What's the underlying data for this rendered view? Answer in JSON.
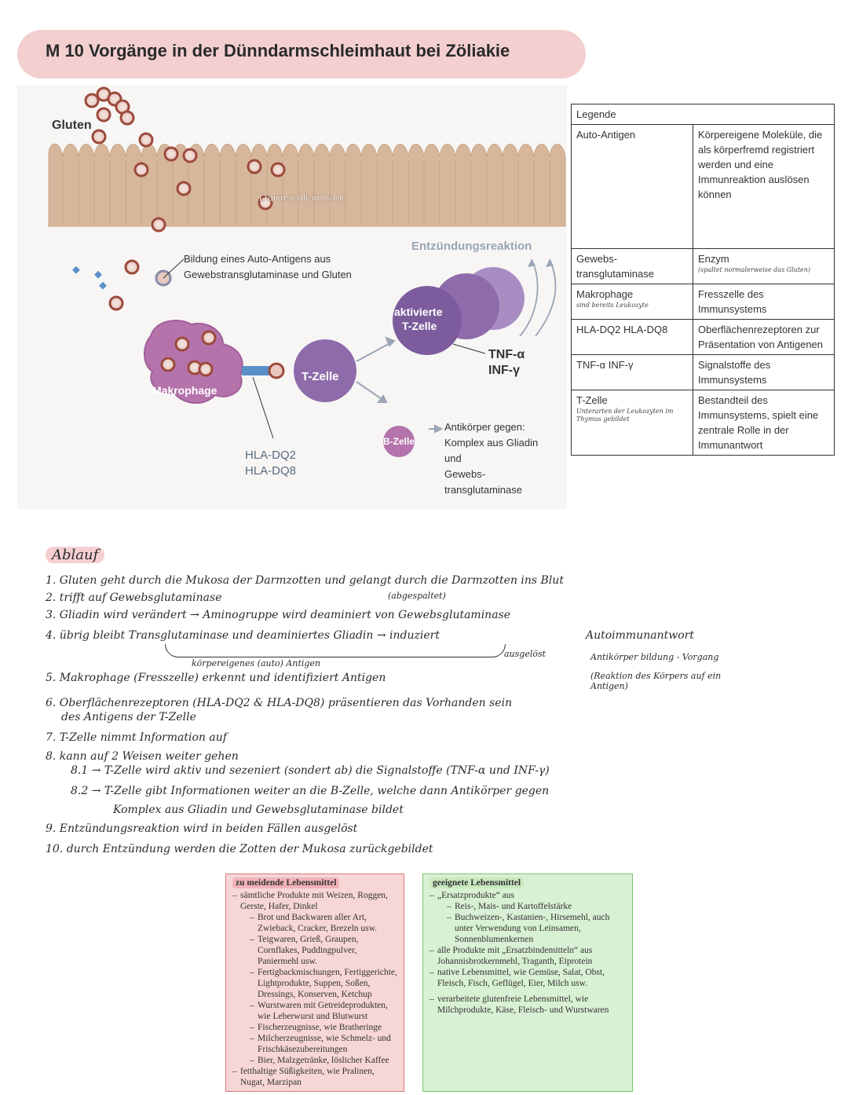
{
  "title": "M 10  Vorgänge in der Dünndarmschleimhaut bei Zöliakie",
  "diagram": {
    "gluten": "Gluten",
    "mucosa": "Darmschleimhaut",
    "inflammation": "Entzündungsreaktion",
    "auto_antigen_1": "Bildung eines Auto-Antigens aus",
    "auto_antigen_2": "Gewebstransglutaminase und Gluten",
    "activated_1": "aktivierte",
    "activated_2": "T-Zelle",
    "tnf": "TNF-α",
    "inf": "INF-γ",
    "macrophage": "Makrophage",
    "tcell": "T-Zelle",
    "bcell": "B-Zelle",
    "hla_1": "HLA-DQ2",
    "hla_2": "HLA-DQ8",
    "antibodies": [
      "Antikörper gegen:",
      "Komplex aus Gliadin",
      "und",
      "Gewebs-",
      "transglutaminase"
    ]
  },
  "legend": {
    "header": "Legende",
    "rows": [
      {
        "term": "Auto-Antigen",
        "note": "",
        "def": "Körpereigene Moleküle, die als körperfremd registriert werden und eine Immunreaktion auslösen können",
        "def_note": ""
      },
      {
        "term": "Gewebs-transglutaminase",
        "note": "",
        "def": "Enzym",
        "def_note": "(spaltet normalerweise das Gluten)"
      },
      {
        "term": "Makrophage",
        "note": "sind bereits Leukozyte",
        "def": "Fresszelle des Immunsystems",
        "def_note": ""
      },
      {
        "term": "HLA-DQ2 HLA-DQ8",
        "note": "",
        "def": "Oberflächenrezeptoren zur Präsentation von Antigenen",
        "def_note": ""
      },
      {
        "term": "TNF-α INF-γ",
        "note": "",
        "def": "Signalstoffe des Immunsystems",
        "def_note": ""
      },
      {
        "term": "T-Zelle",
        "note": "Unterarten der Leukozyten im Thymus gebildet",
        "def": "Bestandteil des Immunsystems, spielt eine zentrale Rolle in der Immunantwort",
        "def_note": ""
      }
    ]
  },
  "notes": {
    "heading": "Ablauf",
    "l1": "1. Gluten geht durch die Mukosa der Darmzotten und gelangt durch die Darmzotten ins Blut",
    "l2": "2. trifft auf Gewebsglutaminase",
    "l2b": "(abgespaltet)",
    "l3": "3. Gliadin wird verändert → Aminogruppe wird deaminiert von Gewebsglutaminase",
    "l4": "4. übrig bleibt Transglutaminase und deaminiertes Gliadin → induziert",
    "l4b": "Autoimmunantwort",
    "l4c": "ausgelöst",
    "l4d": "Antikörper bildung - Vorgang",
    "l4e": "(Reaktion des Körpers auf ein Antigen)",
    "l4f": "körpereigenes (auto) Antigen",
    "l5": "5. Makrophage (Fresszelle) erkennt und identifiziert Antigen",
    "l6": "6. Oberflächenrezeptoren (HLA-DQ2 & HLA-DQ8) präsentieren das Vorhanden sein",
    "l6b": "des Antigens der T-Zelle",
    "l7": "7. T-Zelle nimmt Information auf",
    "l8": "8. kann auf 2 Weisen weiter gehen",
    "l81": "8.1 → T-Zelle wird aktiv und sezeniert (sondert ab) die Signalstoffe (TNF-α und INF-γ)",
    "l82": "8.2 → T-Zelle gibt Informationen weiter an die B-Zelle, welche dann Antikörper gegen",
    "l82b": "Komplex aus Gliadin und Gewebsglutaminase bildet",
    "l9": "9. Entzündungsreaktion wird in beiden Fällen ausgelöst",
    "l10": "10. durch Entzündung werden die Zotten der Mukosa zurückgebildet"
  },
  "avoid": {
    "heading": "zu meidende Lebensmittel",
    "i1": "sämtliche Produkte mit Weizen, Roggen, Gerste, Hafer, Dinkel",
    "s1": "Brot und Backwaren aller Art, Zwieback, Cracker, Brezeln usw.",
    "s2": "Teigwaren, Grieß, Graupen, Cornflakes, Puddingpulver, Paniermehl usw.",
    "s3": "Fertigbackmischungen, Fertiggerichte, Lightprodukte, Suppen, Soßen, Dressings, Konserven, Ketchup",
    "s4": "Wurstwaren mit Getreideprodukten, wie Leberwurst und Blutwurst",
    "s5": "Fischerzeugnisse, wie Bratheringe",
    "s6": "Milcherzeugnisse, wie Schmelz- und Frischkäsezubereitungen",
    "s7": "Bier, Malzgetränke, löslicher Kaffee",
    "i2": "fetthaltige Süßigkeiten, wie Pralinen, Nugat, Marzipan"
  },
  "ok": {
    "heading": "geeignete Lebensmittel",
    "i1": "„Ersatzprodukte“ aus",
    "s1": "Reis-, Mais- und Kartoffelstärke",
    "s2": "Buchweizen-, Kastanien-, Hirsemehl, auch unter Verwendung von Leinsamen, Sonnenblumenkernen",
    "i2": "alle Produkte mit „Ersatzbindemitteln“ aus Johannisbrotkernmehl, Traganth, Eiprotein",
    "i3": "native Lebensmittel, wie Gemüse, Salat, Obst, Fleisch, Fisch, Geflügel, Eier, Milch usw.",
    "i4": "verarbeitete glutenfreie Lebensmittel, wie Milchprodukte, Käse, Fleisch- und Wurstwaren"
  }
}
